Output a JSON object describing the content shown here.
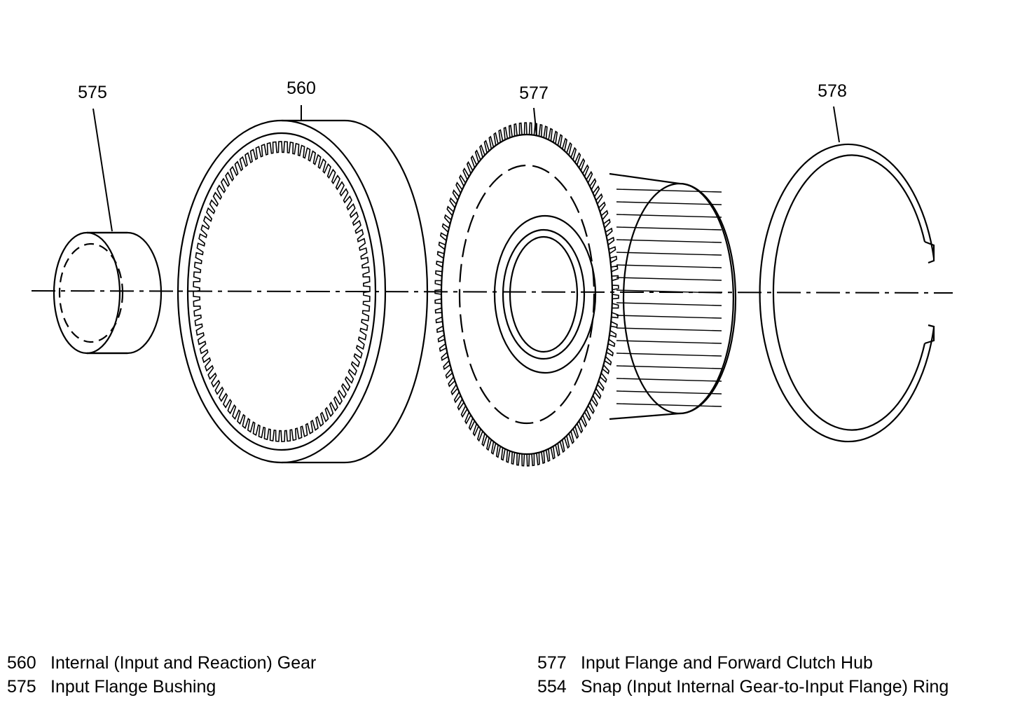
{
  "callouts": {
    "c575": "575",
    "c560": "560",
    "c577": "577",
    "c578": "578"
  },
  "legend": [
    {
      "number": "560",
      "description": "Internal (Input and Reaction) Gear"
    },
    {
      "number": "575",
      "description": "Input Flange Bushing"
    },
    {
      "number": "577",
      "description": "Input Flange and Forward Clutch Hub"
    },
    {
      "number": "554",
      "description": "Snap (Input Internal Gear-to-Input Flange) Ring"
    }
  ]
}
